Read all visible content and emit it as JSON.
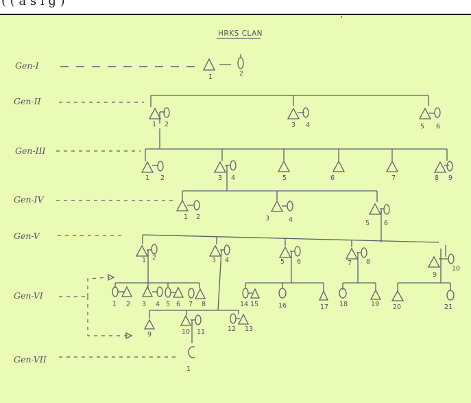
{
  "header": {
    "cut_text": "(         (  a   s  i  g   )"
  },
  "diagram": {
    "title": "HRKS CLAN",
    "generations": [
      "Gen-I",
      "Gen-II",
      "Gen-III",
      "Gen-IV",
      "Gen-V",
      "Gen-VI",
      "Gen-VII"
    ],
    "members": {
      "g1": [
        "1",
        "2"
      ],
      "g2": [
        "1",
        "2",
        "3",
        "4",
        "5",
        "6"
      ],
      "g3": [
        "1",
        "2",
        "3",
        "4",
        "5",
        "6",
        "7",
        "8",
        "9"
      ],
      "g4": [
        "1",
        "2",
        "3",
        "4",
        "5",
        "6"
      ],
      "g5": [
        "1",
        "2",
        "3",
        "4",
        "5",
        "6",
        "7",
        "8",
        "9",
        "10"
      ],
      "g6": [
        "1",
        "2",
        "3",
        "4",
        "5",
        "6",
        "7",
        "8",
        "9",
        "10",
        "11",
        "12",
        "13",
        "14",
        "15",
        "16",
        "17",
        "18",
        "19",
        "20",
        "21"
      ],
      "g7": [
        "1"
      ]
    }
  }
}
